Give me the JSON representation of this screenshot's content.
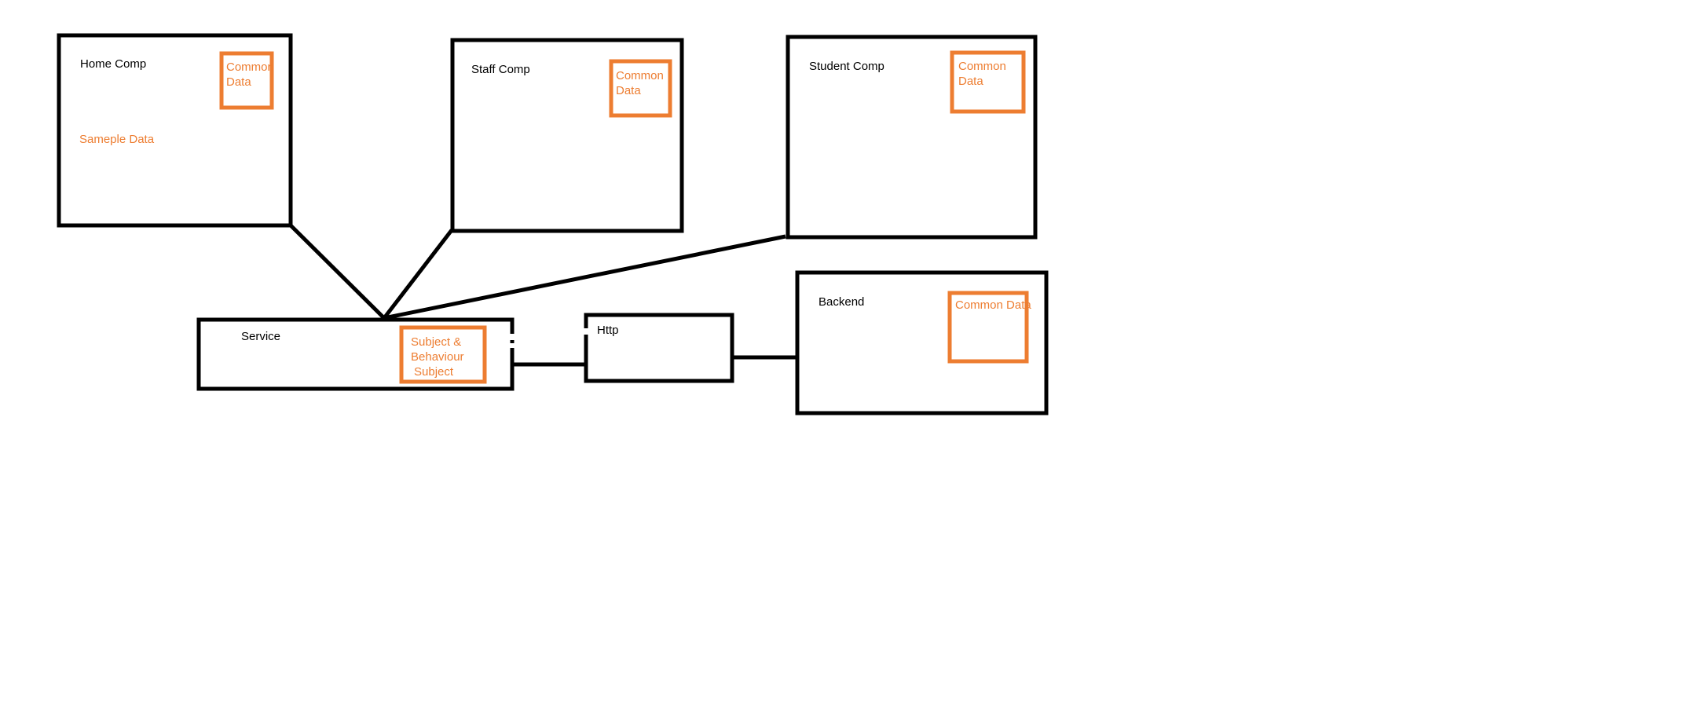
{
  "colors": {
    "line": "#000000",
    "accent": "#ed7d31",
    "background": "#ffffff"
  },
  "components": {
    "home": {
      "label": "Home Comp",
      "common_line1": "Common",
      "common_line2": "Data",
      "sample_label": "Sameple Data"
    },
    "staff": {
      "label": "Staff Comp",
      "common_line1": "Common",
      "common_line2": "Data"
    },
    "student": {
      "label": "Student Comp",
      "common_line1": "Common",
      "common_line2": "Data"
    }
  },
  "service": {
    "label": "Service",
    "subject_line1": "Subject &",
    "subject_line2": "Behaviour",
    "subject_line3": "Subject"
  },
  "http": {
    "label": "Http"
  },
  "backend": {
    "label": "Backend",
    "common_label": "Common Data"
  }
}
